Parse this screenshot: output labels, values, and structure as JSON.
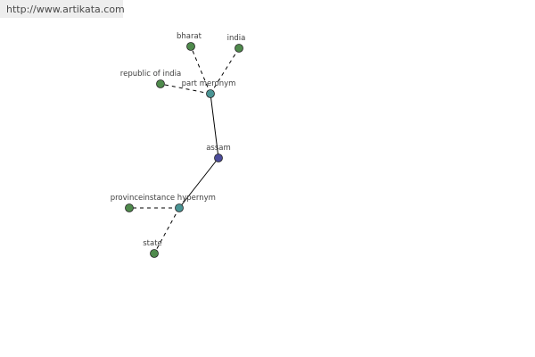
{
  "banner": {
    "url": "http://www.artikata.com"
  },
  "colors": {
    "term": "#4f8a4c",
    "relation": "#4a9494",
    "root": "#4c4c9a",
    "edge": "#000000"
  },
  "graph": {
    "nodes": [
      {
        "id": "assam",
        "label": "assam",
        "kind": "root"
      },
      {
        "id": "part-meronym",
        "label": "part meronym",
        "kind": "relation"
      },
      {
        "id": "instance-hypernym",
        "label": "instance hypernym",
        "kind": "relation"
      },
      {
        "id": "bharat",
        "label": "bharat",
        "kind": "term"
      },
      {
        "id": "india",
        "label": "india",
        "kind": "term"
      },
      {
        "id": "republic-of-india",
        "label": "republic of india",
        "kind": "term"
      },
      {
        "id": "province",
        "label": "province",
        "kind": "term"
      },
      {
        "id": "state",
        "label": "state",
        "kind": "term"
      }
    ],
    "edges": [
      {
        "from": "assam",
        "to": "part-meronym",
        "style": "solid"
      },
      {
        "from": "assam",
        "to": "instance-hypernym",
        "style": "solid"
      },
      {
        "from": "part-meronym",
        "to": "bharat",
        "style": "dashed"
      },
      {
        "from": "part-meronym",
        "to": "india",
        "style": "dashed"
      },
      {
        "from": "part-meronym",
        "to": "republic-of-india",
        "style": "dashed"
      },
      {
        "from": "instance-hypernym",
        "to": "province",
        "style": "dashed"
      },
      {
        "from": "instance-hypernym",
        "to": "state",
        "style": "dashed"
      }
    ]
  }
}
